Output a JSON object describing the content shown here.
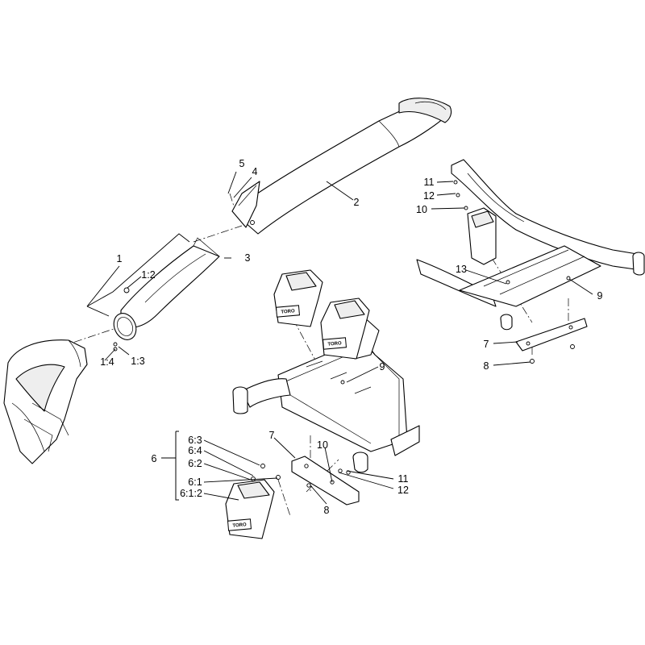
{
  "diagram": {
    "callouts": {
      "c1": "1",
      "c1_2": "1:2",
      "c1_3": "1:3",
      "c1_4": "1:4",
      "c2": "2",
      "c3": "3",
      "c4": "4",
      "c5": "5",
      "c6": "6",
      "c6_1": "6:1",
      "c6_1_2": "6:1:2",
      "c6_2": "6:2",
      "c6_3": "6:3",
      "c6_4": "6:4",
      "c7_center": "7",
      "c7_right": "7",
      "c8_center": "8",
      "c8_right": "8",
      "c9_center": "9",
      "c9_right": "9",
      "c10_center": "10",
      "c10_right": "10",
      "c11_center": "11",
      "c11_right": "11",
      "c12_center": "12",
      "c12_right": "12",
      "c13": "13"
    },
    "logo_plate_text": "TORO"
  }
}
